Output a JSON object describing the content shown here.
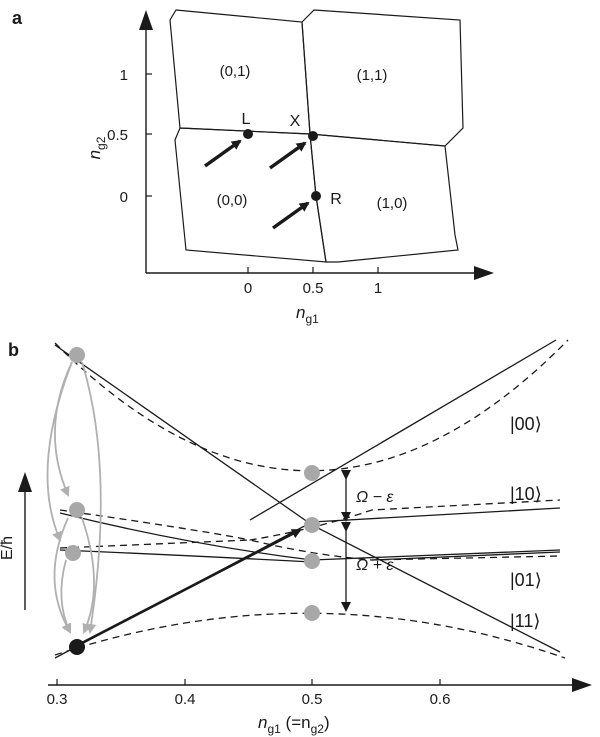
{
  "panel_a": {
    "label": "a",
    "y_ticks": [
      "1",
      "0.5",
      "0"
    ],
    "x_ticks": [
      "0",
      "0.5",
      "1"
    ],
    "y_label_main": "n",
    "y_label_sub": "g2",
    "x_label_main": "n",
    "x_label_sub": "g1",
    "cells": [
      "(0,1)",
      "(1,1)",
      "(0,0)",
      "(1,0)"
    ],
    "points": [
      "L",
      "X",
      "R"
    ]
  },
  "panel_b": {
    "label": "b",
    "y_label": "E/ħ",
    "x_ticks": [
      "0.3",
      "0.4",
      "0.5",
      "0.6"
    ],
    "x_label_main": "n",
    "x_label_sub": "g1",
    "x_label_rest": " (=n",
    "x_label_sub2": "g2",
    "x_label_end": ")",
    "states": [
      "|00⟩",
      "|10⟩",
      "|01⟩",
      "|11⟩"
    ],
    "gap_upper": "Ω − ε",
    "gap_lower": "Ω + ε"
  },
  "colors": {
    "ink": "#1a1a1a",
    "grey_marker": "#a8a8a8",
    "grey_arrow": "#b0b0b0"
  }
}
